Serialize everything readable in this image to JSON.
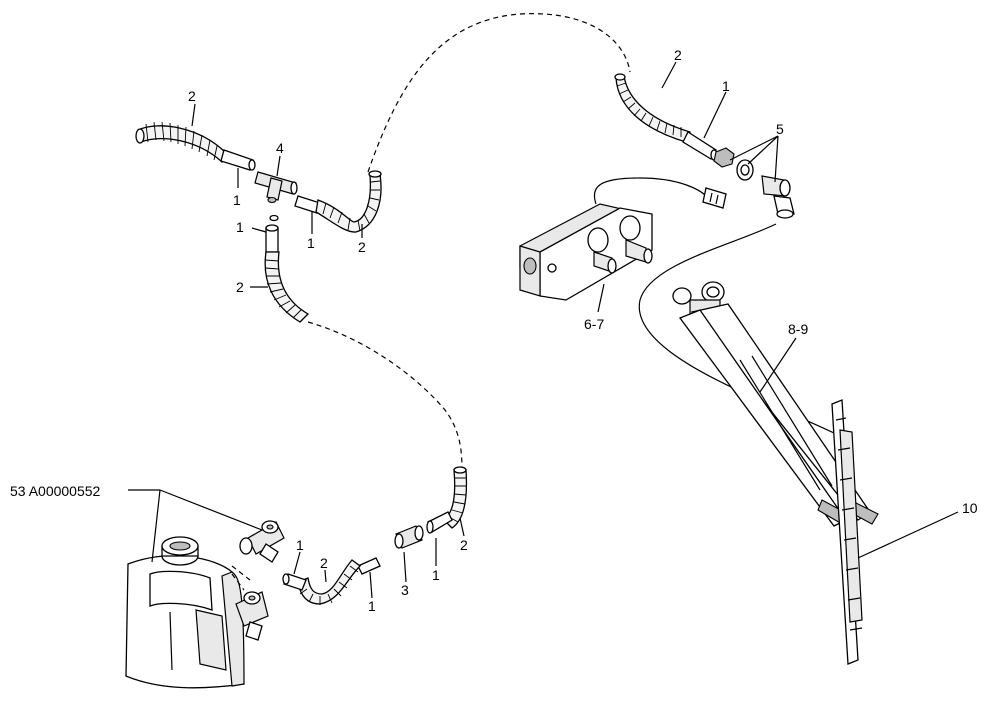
{
  "diagram": {
    "labels": {
      "l2_topleft": "2",
      "l4": "4",
      "l1_a": "1",
      "l1_b": "1",
      "l2_mid": "2",
      "l1_c": "1",
      "l2_left": "2",
      "l2_topright": "2",
      "l1_topright": "1",
      "l5": "5",
      "l67": "6-7",
      "l89": "8-9",
      "l10": "10",
      "l53": "53 A00000552",
      "l1_d": "1",
      "l2_low": "2",
      "l1_e": "1",
      "l3": "3",
      "l1_f": "1",
      "l2_lowright": "2"
    }
  }
}
